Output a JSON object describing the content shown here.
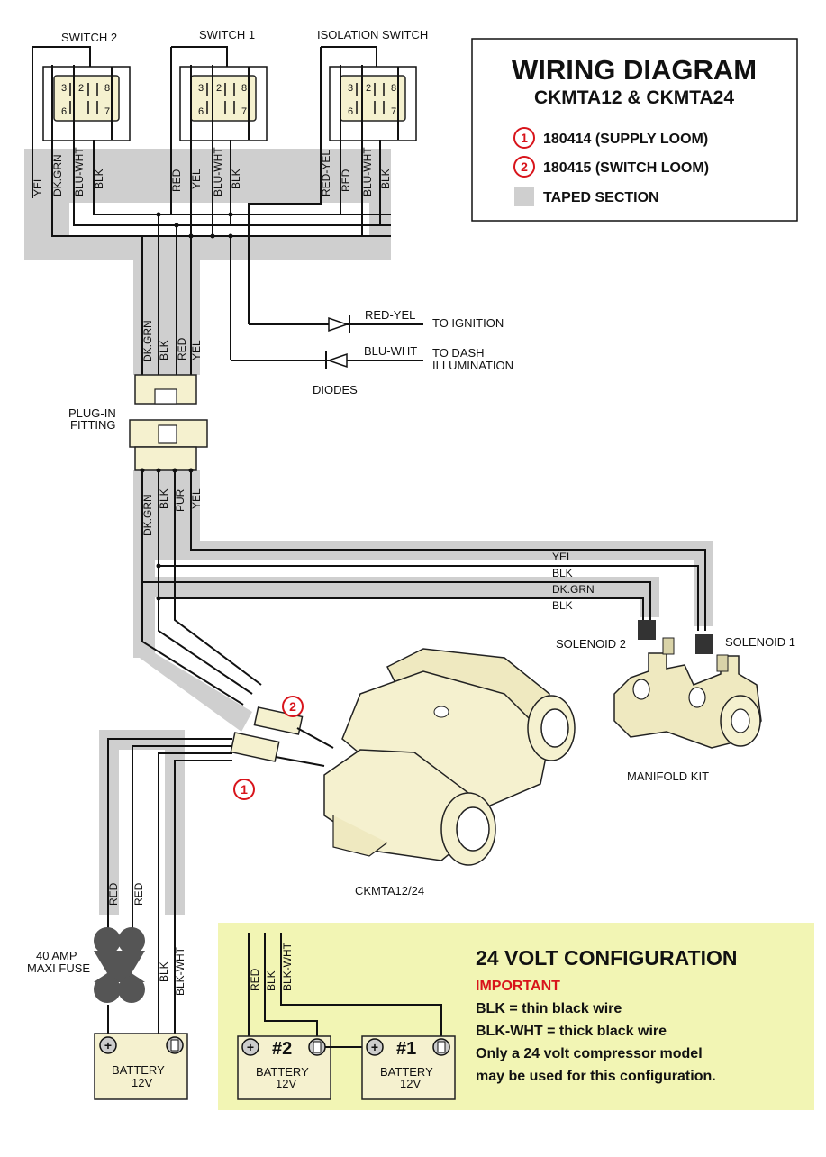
{
  "switches": {
    "switch2": {
      "label": "SWITCH 2",
      "pins": [
        "3",
        "2",
        "8",
        "6",
        "7"
      ]
    },
    "switch1": {
      "label": "SWITCH 1",
      "pins": [
        "3",
        "2",
        "8",
        "6",
        "7"
      ]
    },
    "isolation": {
      "label": "ISOLATION SWITCH",
      "pins": [
        "3",
        "2",
        "8",
        "6",
        "7"
      ]
    }
  },
  "switch_wires": {
    "switch2": [
      "YEL",
      "DK.GRN",
      "BLU-WHT",
      "BLK"
    ],
    "switch1": [
      "RED",
      "YEL",
      "BLU-WHT",
      "BLK"
    ],
    "isolation": [
      "RED-YEL",
      "RED",
      "BLU-WHT",
      "BLK"
    ]
  },
  "legend": {
    "title": "WIRING DIAGRAM",
    "subtitle": "CKMTA12 & CKMTA24",
    "item1_num": "1",
    "item1_text": "180414 (SUPPLY LOOM)",
    "item2_num": "2",
    "item2_text": "180415 (SWITCH LOOM)",
    "taped_text": "TAPED SECTION"
  },
  "diodes": {
    "wire1": "RED-YEL",
    "dest1": "TO IGNITION",
    "wire2": "BLU-WHT",
    "dest2a": "TO DASH",
    "dest2b": "ILLUMINATION",
    "label": "DIODES"
  },
  "upper_trunk_wires": [
    "DK.GRN",
    "BLK",
    "RED",
    "YEL"
  ],
  "plug": {
    "label1": "PLUG-IN",
    "label2": "FITTING"
  },
  "lower_trunk_wires": [
    "DK.GRN",
    "BLK",
    "PUR",
    "YEL"
  ],
  "solenoid_wires": [
    "YEL",
    "BLK",
    "DK.GRN",
    "BLK"
  ],
  "solenoids": {
    "s2": "SOLENOID 2",
    "s1": "SOLENOID 1",
    "manifold": "MANIFOLD KIT"
  },
  "loom_numbers": {
    "n1": "1",
    "n2": "2"
  },
  "compressor": {
    "label": "CKMTA12/24"
  },
  "supply_wires": [
    "RED",
    "RED",
    "BLK",
    "BLK-WHT"
  ],
  "fuse": {
    "label1": "40 AMP",
    "label2": "MAXI FUSE"
  },
  "battery": {
    "label": "BATTERY",
    "voltage": "12V",
    "plus": "+",
    "minus": "−"
  },
  "config24": {
    "wires": [
      "RED",
      "BLK",
      "BLK-WHT"
    ],
    "title": "24 VOLT CONFIGURATION",
    "important": "IMPORTANT",
    "line1": "BLK = thin black wire",
    "line2": "BLK-WHT = thick black wire",
    "line3": "Only a 24 volt compressor model",
    "line4": "may be used for this configuration.",
    "batt2_num": "#2",
    "batt1_num": "#1",
    "batt_label": "BATTERY",
    "batt_voltage": "12V"
  },
  "colors": {
    "accent_red": "#d8141b",
    "tape_gray": "#cfcfcf",
    "panel_yellow": "#f2f5b4",
    "part_cream": "#f5f1cf"
  }
}
